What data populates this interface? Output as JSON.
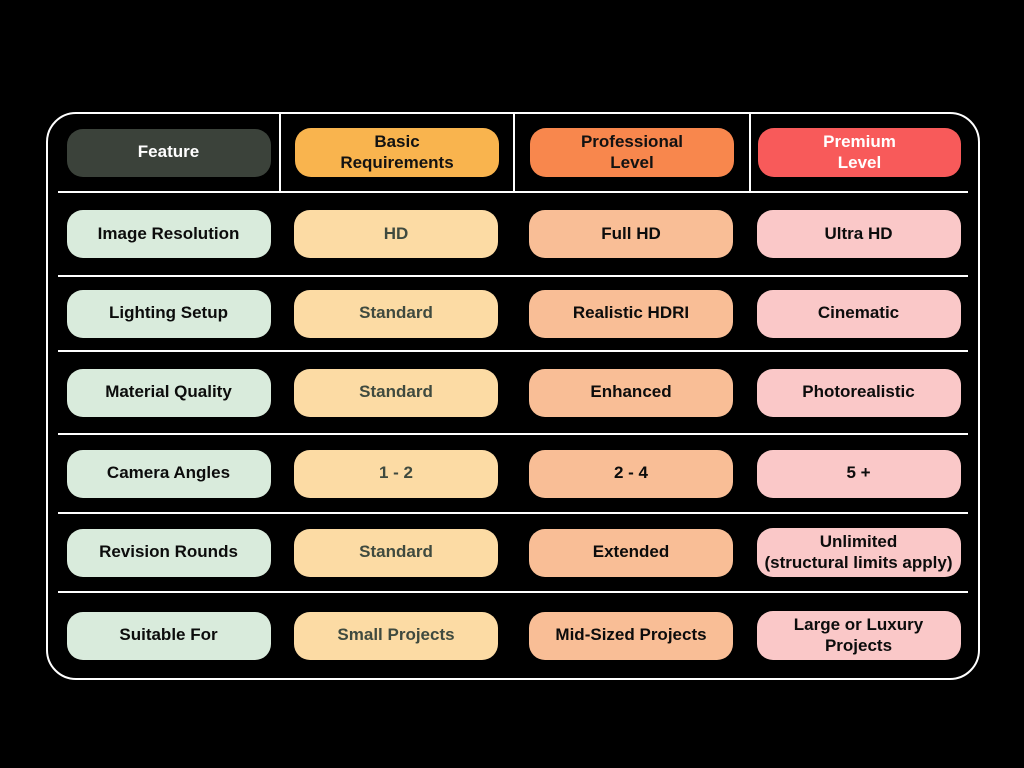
{
  "page": {
    "background": "#000000",
    "frame_border_color": "#FFFFFF",
    "separator_color": "#FFFFFF"
  },
  "chart_data": {
    "type": "table",
    "title": "",
    "columns": [
      "Feature",
      "Basic Requirements",
      "Professional Level",
      "Premium Level"
    ],
    "rows": [
      [
        "Image Resolution",
        "HD",
        "Full HD",
        "Ultra HD"
      ],
      [
        "Lighting Setup",
        "Standard",
        "Realistic HDRI",
        "Cinematic"
      ],
      [
        "Material Quality",
        "Standard",
        "Enhanced",
        "Photorealistic"
      ],
      [
        "Camera Angles",
        "1 - 2",
        "2 - 4",
        "5 +"
      ],
      [
        "Revision Rounds",
        "Standard",
        "Extended",
        "Unlimited (structural limits apply)"
      ],
      [
        "Suitable For",
        "Small Projects",
        "Mid-Sized Projects",
        "Large or Luxury Projects"
      ]
    ],
    "layout": {
      "grid": "rounded white-bordered panel on black, white row separators, vertical dividers in header only",
      "cell_style": "rounded pills"
    }
  },
  "table": {
    "headers": [
      {
        "label": "Feature",
        "bg": "#3B423A",
        "text_color": "#FFFFFF"
      },
      {
        "label": "Basic\nRequirements",
        "bg": "#F9B44E",
        "text_color": "#121212"
      },
      {
        "label": "Professional\nLevel",
        "bg": "#F8874D",
        "text_color": "#121212"
      },
      {
        "label": "Premium\nLevel",
        "bg": "#F85A5A",
        "text_color": "#FFFFFF"
      }
    ],
    "column_cell_styles": [
      {
        "bg": "#D9EBDC",
        "text_color": "#0C0C0C"
      },
      {
        "bg": "#FCDBA4",
        "text_color": "#3F4A3F"
      },
      {
        "bg": "#F9BE96",
        "text_color": "#0C0C0C"
      },
      {
        "bg": "#FAC8C8",
        "text_color": "#0C0C0C"
      }
    ],
    "rows": [
      {
        "cells": [
          "Image Resolution",
          "HD",
          "Full HD",
          "Ultra HD"
        ]
      },
      {
        "cells": [
          "Lighting Setup",
          "Standard",
          "Realistic HDRI",
          "Cinematic"
        ]
      },
      {
        "cells": [
          "Material Quality",
          "Standard",
          "Enhanced",
          "Photorealistic"
        ]
      },
      {
        "cells": [
          "Camera Angles",
          "1 - 2",
          "2 - 4",
          "5 +"
        ]
      },
      {
        "cells": [
          "Revision Rounds",
          "Standard",
          "Extended",
          "Unlimited\n(structural limits apply)"
        ]
      },
      {
        "cells": [
          "Suitable For",
          "Small Projects",
          "Mid-Sized Projects",
          "Large or Luxury\nProjects"
        ]
      }
    ]
  }
}
